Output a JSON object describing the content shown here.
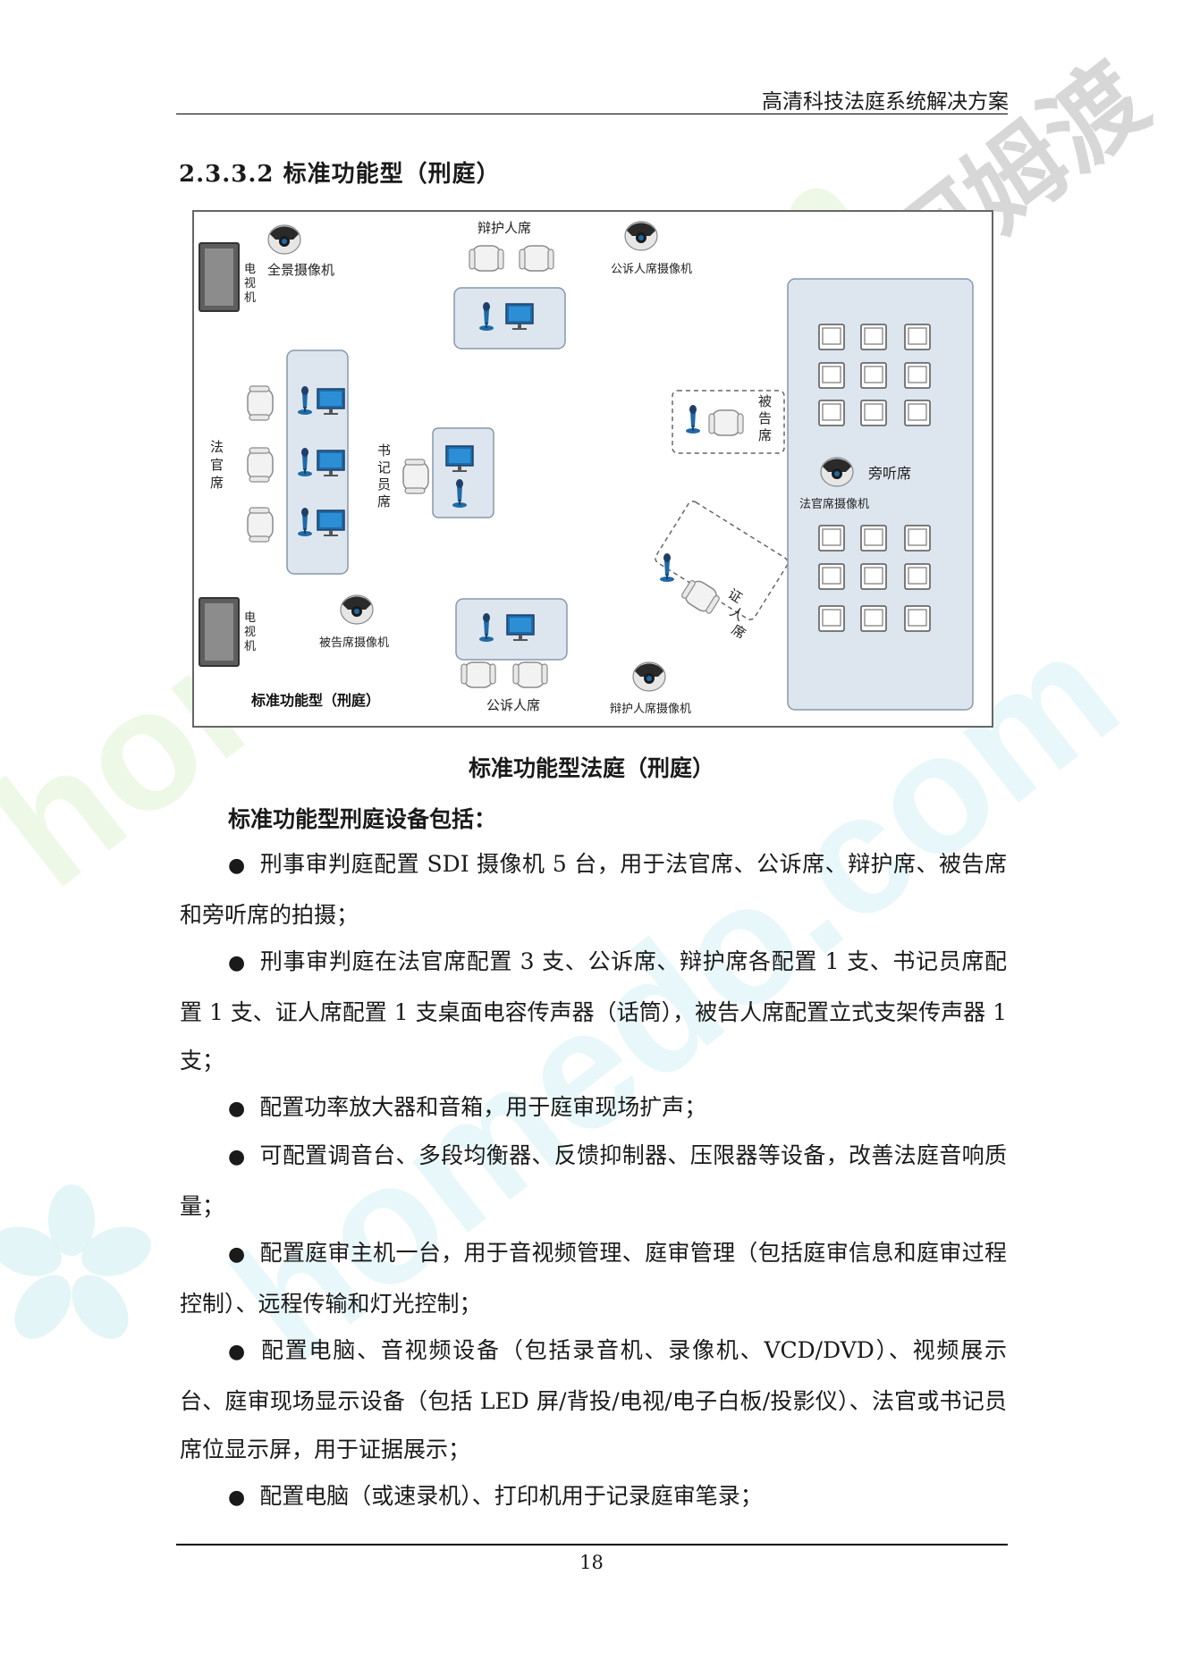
{
  "header": {
    "title": "高清科技法庭系统解决方案"
  },
  "section": {
    "heading": "2.3.3.2 标准功能型（刑庭）"
  },
  "diagram": {
    "title": "标准功能型（刑庭）",
    "labels": {
      "panorama_camera": "全景摄像机",
      "tv_top": "电\n视\n机",
      "tv_bottom": "电\n视\n机",
      "defender_seat": "辩护人席",
      "prosecution_camera": "公诉人席摄像机",
      "judge_seat": "法\n官\n席",
      "clerk_seat": "书\n记\n员\n席",
      "defendant_seat": "被\n告\n席",
      "gallery": "旁听席",
      "judge_camera": "法官席摄像机",
      "witness_seat": "证\n人\n席",
      "defendant_camera": "被告席摄像机",
      "prosecutor_seat": "公诉人席",
      "defender_camera": "辩护人席摄像机"
    }
  },
  "caption": "标准功能型法庭（刑庭）",
  "intro": "标准功能型刑庭设备包括：",
  "bullets": [
    "刑事审判庭配置 SDI 摄像机 5 台，用于法官席、公诉席、辩护席、被告席和旁听席的拍摄；",
    "刑事审判庭在法官席配置 3 支、公诉席、辩护席各配置 1 支、书记员席配置 1 支、证人席配置 1 支桌面电容传声器（话筒），被告人席配置立式支架传声器 1 支；",
    "配置功率放大器和音箱，用于庭审现场扩声；",
    "可配置调音台、多段均衡器、反馈抑制器、压限器等设备，改善法庭音响质量；",
    "配置庭审主机一台，用于音视频管理、庭审管理（包括庭审信息和庭审过程控制）、远程传输和灯光控制；",
    "配置电脑、音视频设备（包括录音机、录像机、VCD/DVD）、视频展示台、庭审现场显示设备（包括 LED 屏/背投/电视/电子白板/投影仪）、法官或书记员席位显示屏，用于证据展示；",
    "配置电脑（或速录机）、打印机用于记录庭审笔录；"
  ],
  "watermarks": {
    "main": "homedo.com",
    "brand": "河姆渡"
  },
  "footer": {
    "page_number": "18"
  },
  "colors": {
    "panel": "#dde6ef",
    "panel_border": "#8798ab",
    "accent": "#1f6aa8"
  }
}
